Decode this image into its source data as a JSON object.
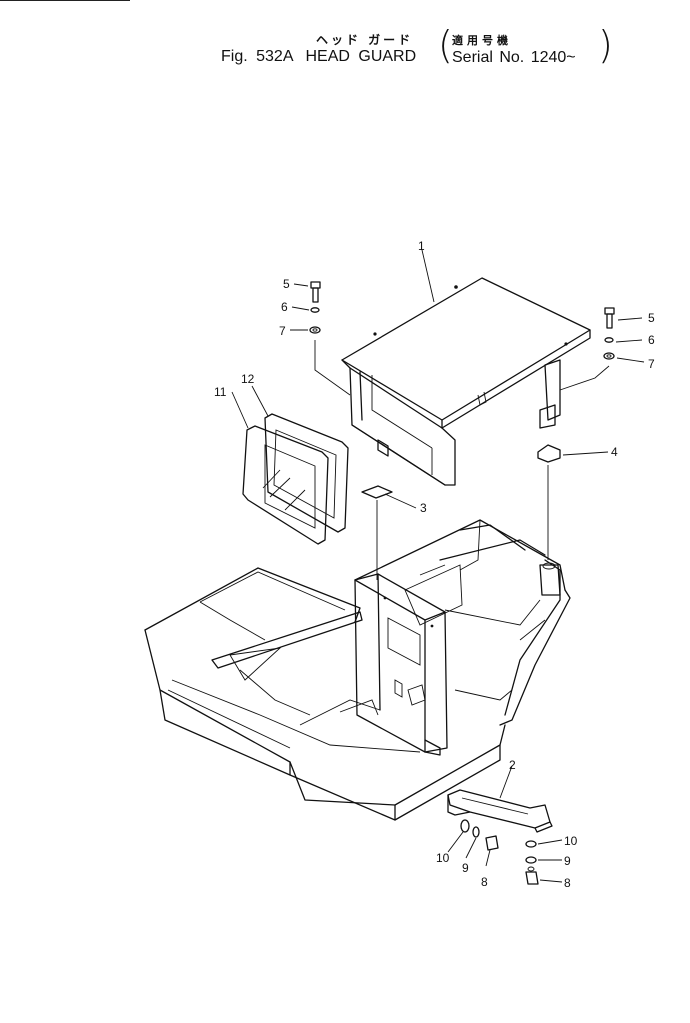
{
  "header": {
    "jp_title": "ヘッド ガード",
    "jp_serial": "適用号機",
    "fig_label": "Fig. 532A",
    "title": "HEAD GUARD",
    "serial": "Serial No. 1240~",
    "paren_open": "(",
    "paren_close": ")"
  },
  "callouts": {
    "c1": "1",
    "c2": "2",
    "c3": "3",
    "c4": "4",
    "c5_left": "5",
    "c6_left": "6",
    "c7_left": "7",
    "c5_right": "5",
    "c6_right": "6",
    "c7_right": "7",
    "c8_left": "8",
    "c9_left": "9",
    "c10_left": "10",
    "c8_right": "8",
    "c9_right": "9",
    "c10_right": "10",
    "c11": "11",
    "c12": "12"
  }
}
